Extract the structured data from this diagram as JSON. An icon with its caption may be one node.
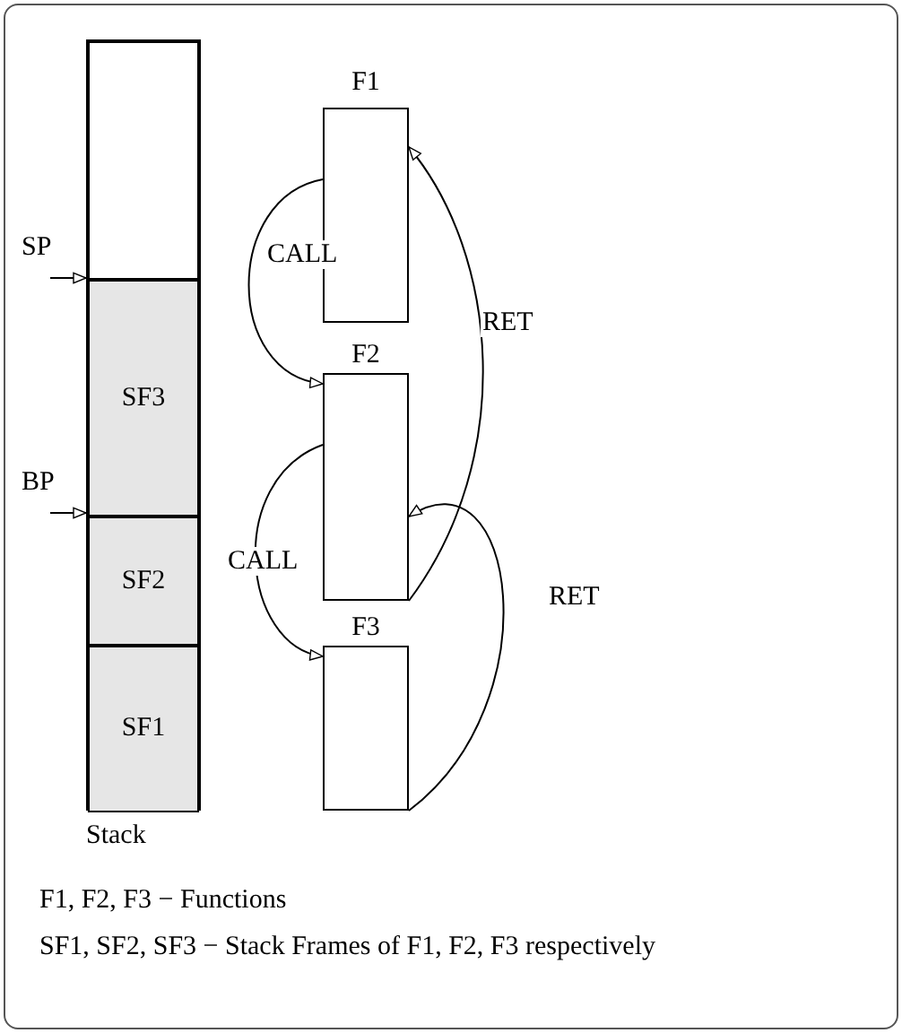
{
  "diagram": {
    "nodes": [
      {
        "text": [
          "Stack"
        ]
      },
      {
        "text": [],
        "shape": "box",
        "in": 0
      },
      {
        "text": [
          "SF3"
        ],
        "in": 0
      },
      {
        "text": [
          "SF2"
        ],
        "in": 0
      },
      {
        "text": [
          "SF1"
        ],
        "in": 0
      },
      {
        "text": [
          "SP"
        ]
      },
      {
        "text": [
          "BP"
        ]
      },
      {
        "text": [
          "F1"
        ]
      },
      {
        "text": [
          "F2"
        ]
      },
      {
        "text": [
          "F3"
        ]
      }
    ],
    "edges": [
      {
        "from": 5,
        "to": 2,
        "arrow": "to"
      },
      {
        "from": 6,
        "to": 3,
        "arrow": "to"
      },
      {
        "from": 7,
        "to": 8,
        "arrow": "to",
        "label": "CALL"
      },
      {
        "from": 8,
        "to": 7,
        "arrow": "to",
        "label": "RET"
      },
      {
        "from": 8,
        "to": 9,
        "arrow": "to",
        "label": "CALL"
      },
      {
        "from": 9,
        "to": 8,
        "arrow": "to",
        "label": "RET"
      }
    ],
    "labels": [
      "F1, F2, F3 − Functions",
      "SF1, SF2, SF3 − Stack Frames of F1, F2, F3 respectively"
    ]
  }
}
